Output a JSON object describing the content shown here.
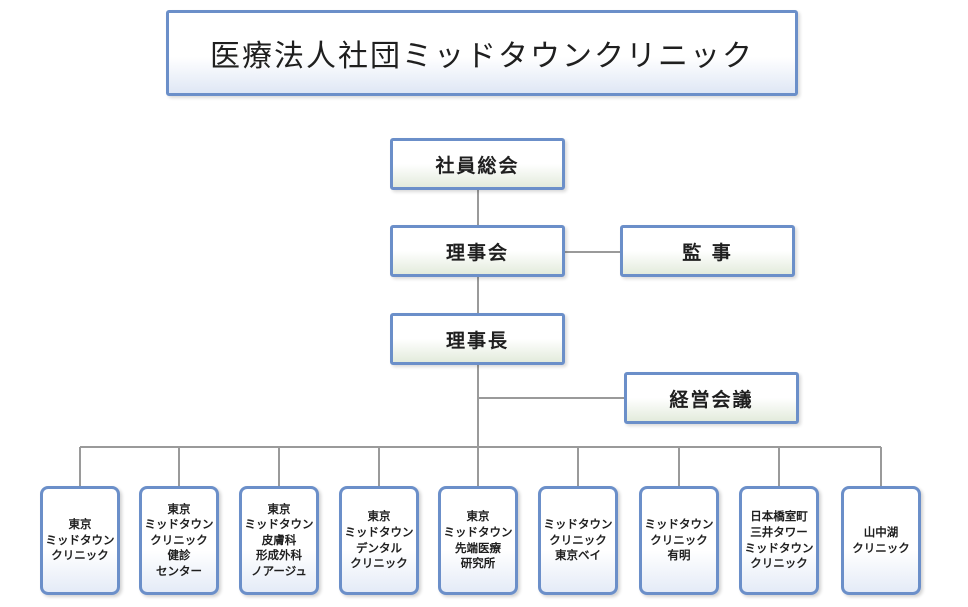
{
  "title": "医療法人社団ミッドタウンクリニック",
  "nodes": {
    "general_meeting": "社員総会",
    "board": "理事会",
    "auditor": "監 事",
    "chairman": "理事長",
    "management_meeting": "経営会議"
  },
  "clinics": [
    "東京\nミッドタウン\nクリニック",
    "東京\nミッドタウン\nクリニック\n健診\nセンター",
    "東京\nミッドタウン\n皮膚科\n形成外科\nノアージュ",
    "東京\nミッドタウン\nデンタル\nクリニック",
    "東京\nミッドタウン\n先端医療\n研究所",
    "ミッドタウン\nクリニック\n東京ベイ",
    "ミッドタウン\nクリニック\n有明",
    "日本橋室町\n三井タワー\nミッドタウン\nクリニック",
    "山中湖\nクリニック"
  ],
  "colors": {
    "border": "#6b8fc9",
    "connector": "#9a9a9a"
  }
}
